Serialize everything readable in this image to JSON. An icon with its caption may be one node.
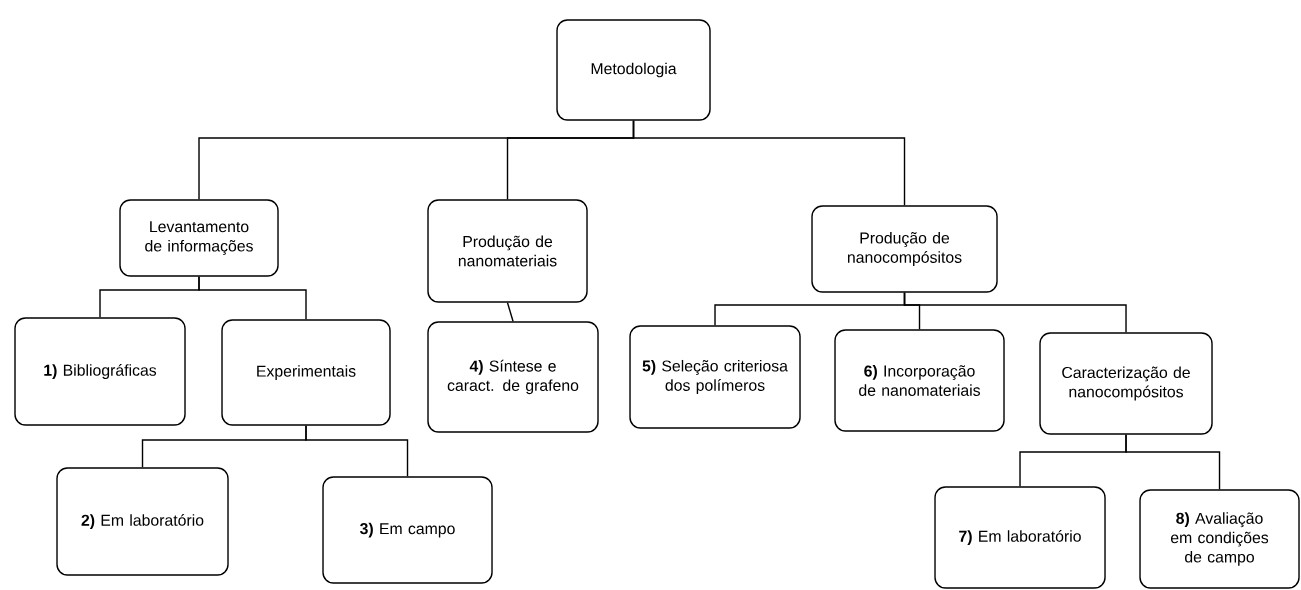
{
  "diagram": {
    "nodes": [
      {
        "text": [
          "Metodologia"
        ]
      },
      {
        "text": [
          "Levantamento de informações"
        ]
      },
      {
        "text": [
          "Produção de nanomateriais"
        ]
      },
      {
        "text": [
          "Produção de nanocompósitos"
        ]
      },
      {
        "text": [
          "**1)** Bibliográficas"
        ]
      },
      {
        "text": [
          "Experimentais"
        ]
      },
      {
        "text": [
          "**2)** Em laboratório"
        ]
      },
      {
        "text": [
          "**3)** Em campo"
        ]
      },
      {
        "text": [
          "**4)** Síntese e caract. de grafeno"
        ]
      },
      {
        "text": [
          "**5)** Seleção criteriosa dos polímeros"
        ]
      },
      {
        "text": [
          "**6)** Incorporação de nanomateriais"
        ]
      },
      {
        "text": [
          "Caracterização de nanocompósitos"
        ]
      },
      {
        "text": [
          "**7)** Em laboratório"
        ]
      },
      {
        "text": [
          "**8)** Avaliação em condições de campo"
        ]
      }
    ],
    "edges": [
      {
        "from": 0,
        "to": 1,
        "arrow": "none"
      },
      {
        "from": 0,
        "to": 2,
        "arrow": "none"
      },
      {
        "from": 0,
        "to": 3,
        "arrow": "none"
      },
      {
        "from": 1,
        "to": 4,
        "arrow": "none"
      },
      {
        "from": 1,
        "to": 5,
        "arrow": "none"
      },
      {
        "from": 2,
        "to": 8,
        "arrow": "none"
      },
      {
        "from": 3,
        "to": 9,
        "arrow": "none"
      },
      {
        "from": 3,
        "to": 10,
        "arrow": "none"
      },
      {
        "from": 3,
        "to": 11,
        "arrow": "none"
      },
      {
        "from": 5,
        "to": 6,
        "arrow": "none"
      },
      {
        "from": 5,
        "to": 7,
        "arrow": "none"
      },
      {
        "from": 11,
        "to": 12,
        "arrow": "none"
      },
      {
        "from": 11,
        "to": 13,
        "arrow": "none"
      }
    ]
  }
}
